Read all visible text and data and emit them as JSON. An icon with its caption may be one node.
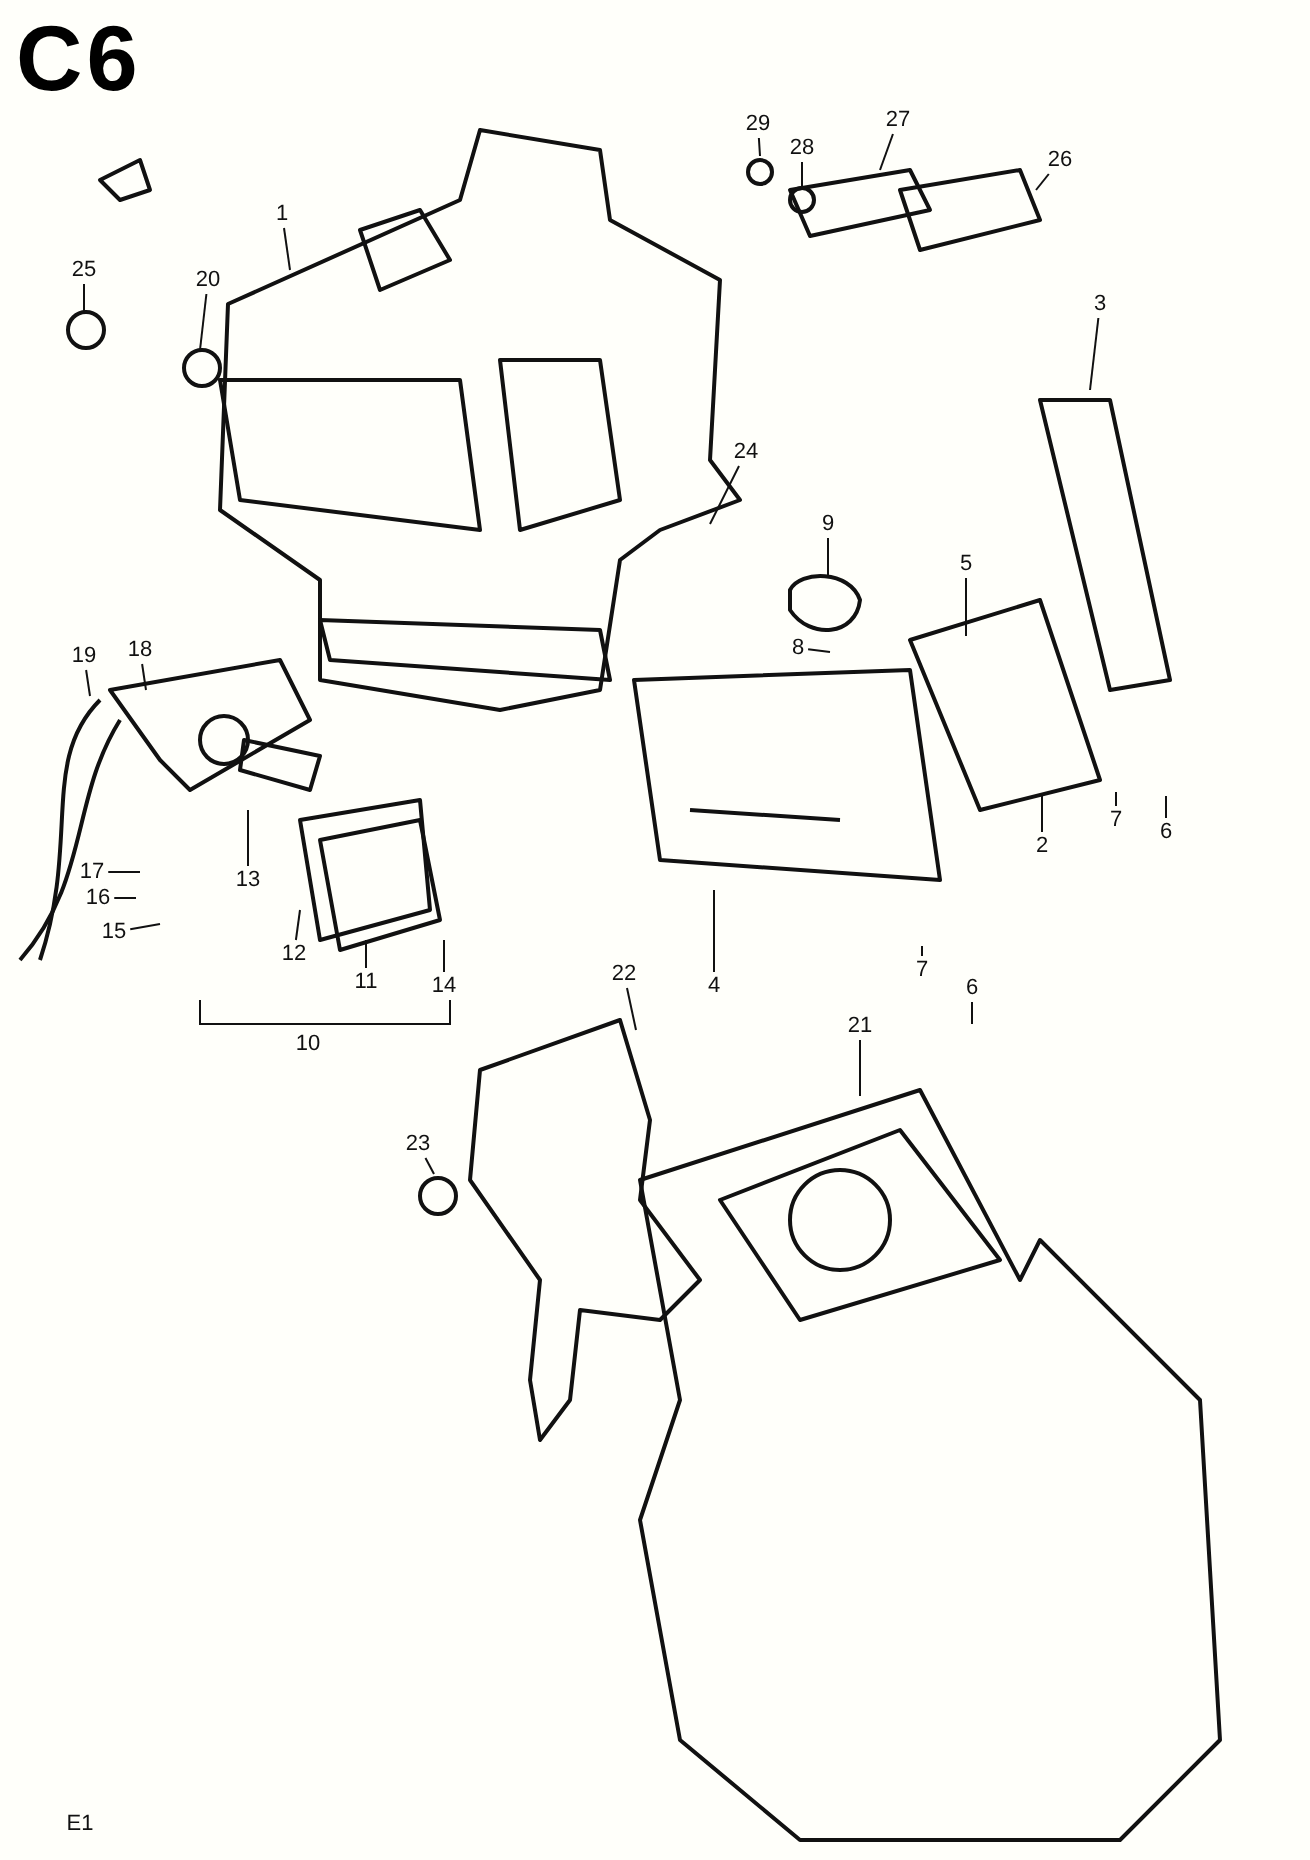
{
  "diagram": {
    "title": "C6",
    "nodes": [
      {
        "text": [
          "1"
        ]
      },
      {
        "text": [
          "25"
        ]
      },
      {
        "text": [
          "20"
        ]
      },
      {
        "text": [
          "29"
        ]
      },
      {
        "text": [
          "28"
        ]
      },
      {
        "text": [
          "27"
        ]
      },
      {
        "text": [
          "26"
        ]
      },
      {
        "text": [
          "3"
        ]
      },
      {
        "text": [
          "24"
        ]
      },
      {
        "text": [
          "9"
        ]
      },
      {
        "text": [
          "5"
        ]
      },
      {
        "text": [
          "8"
        ]
      },
      {
        "text": [
          "19"
        ]
      },
      {
        "text": [
          "18"
        ]
      },
      {
        "text": [
          "13"
        ]
      },
      {
        "text": [
          "17"
        ]
      },
      {
        "text": [
          "16"
        ]
      },
      {
        "text": [
          "15"
        ]
      },
      {
        "text": [
          "12"
        ]
      },
      {
        "text": [
          "11"
        ]
      },
      {
        "text": [
          "14"
        ]
      },
      {
        "text": [
          "4"
        ]
      },
      {
        "text": [
          "7"
        ]
      },
      {
        "text": [
          "6"
        ]
      },
      {
        "text": [
          "2"
        ]
      },
      {
        "text": [
          "7"
        ]
      },
      {
        "text": [
          "6"
        ]
      },
      {
        "text": [
          "22"
        ]
      },
      {
        "text": [
          "21"
        ]
      },
      {
        "text": [
          "23"
        ]
      }
    ],
    "edges": [
      {
        "from": 0,
        "to": null,
        "arrow": "none"
      },
      {
        "from": 1,
        "to": null,
        "arrow": "none"
      },
      {
        "from": 2,
        "to": null,
        "arrow": "none"
      },
      {
        "from": 3,
        "to": null,
        "arrow": "none"
      },
      {
        "from": 4,
        "to": null,
        "arrow": "none"
      },
      {
        "from": 5,
        "to": null,
        "arrow": "none"
      },
      {
        "from": 6,
        "to": null,
        "arrow": "none"
      },
      {
        "from": 7,
        "to": null,
        "arrow": "none"
      },
      {
        "from": 8,
        "to": null,
        "arrow": "none"
      },
      {
        "from": 9,
        "to": null,
        "arrow": "none"
      },
      {
        "from": 10,
        "to": null,
        "arrow": "none"
      },
      {
        "from": 11,
        "to": null,
        "arrow": "none"
      },
      {
        "from": 12,
        "to": null,
        "arrow": "none"
      },
      {
        "from": 13,
        "to": null,
        "arrow": "none"
      },
      {
        "from": 14,
        "to": null,
        "arrow": "none"
      },
      {
        "from": 15,
        "to": null,
        "arrow": "none"
      },
      {
        "from": 16,
        "to": null,
        "arrow": "none"
      },
      {
        "from": 17,
        "to": null,
        "arrow": "none"
      },
      {
        "from": 18,
        "to": null,
        "arrow": "none"
      },
      {
        "from": 19,
        "to": null,
        "arrow": "none"
      },
      {
        "from": 20,
        "to": null,
        "arrow": "none"
      },
      {
        "from": 21,
        "to": null,
        "arrow": "none"
      },
      {
        "from": 22,
        "to": null,
        "arrow": "none"
      },
      {
        "from": 23,
        "to": null,
        "arrow": "none"
      },
      {
        "from": 24,
        "to": null,
        "arrow": "none"
      },
      {
        "from": 25,
        "to": null,
        "arrow": "none"
      },
      {
        "from": 26,
        "to": null,
        "arrow": "none"
      },
      {
        "from": 27,
        "to": null,
        "arrow": "none"
      },
      {
        "from": 28,
        "to": null,
        "arrow": "none"
      },
      {
        "from": 29,
        "to": null,
        "arrow": "none"
      }
    ],
    "labels": [
      "10",
      "E1"
    ]
  }
}
